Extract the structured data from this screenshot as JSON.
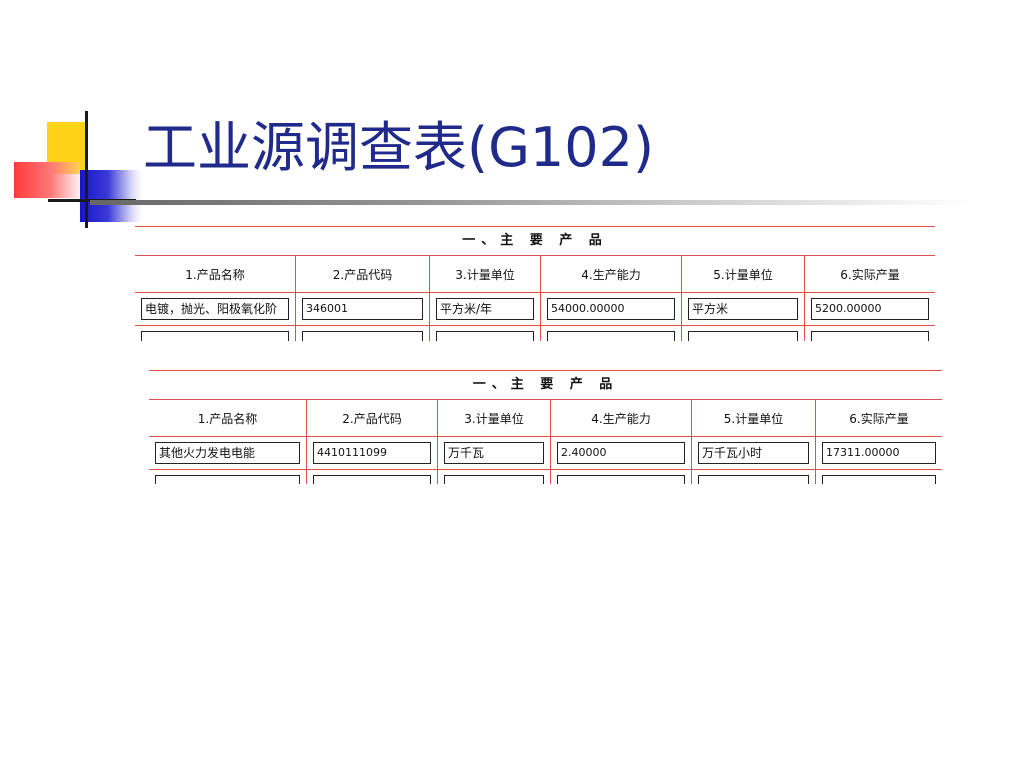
{
  "slide": {
    "title": "工业源调查表(G102)"
  },
  "tables": [
    {
      "section_title": "一、主 要 产 品",
      "headers": [
        "1.产品名称",
        "2.产品代码",
        "3.计量单位",
        "4.生产能力",
        "5.计量单位",
        "6.实际产量"
      ],
      "row": [
        "电镀，抛光、阳极氧化阶",
        "346001",
        "平方米/年",
        "54000.00000",
        "平方米",
        "5200.00000"
      ]
    },
    {
      "section_title": "一、主 要 产 品",
      "headers": [
        "1.产品名称",
        "2.产品代码",
        "3.计量单位",
        "4.生产能力",
        "5.计量单位",
        "6.实际产量"
      ],
      "row": [
        "其他火力发电电能",
        "4410111099",
        "万千瓦",
        "2.40000",
        "万千瓦小时",
        "17311.00000"
      ]
    }
  ],
  "colors": {
    "title": "#1f2a8a",
    "grid": "#e05050",
    "accent_yellow": "#ffd21a",
    "accent_red": "#ff3a3a",
    "accent_blue": "#1616c8"
  }
}
